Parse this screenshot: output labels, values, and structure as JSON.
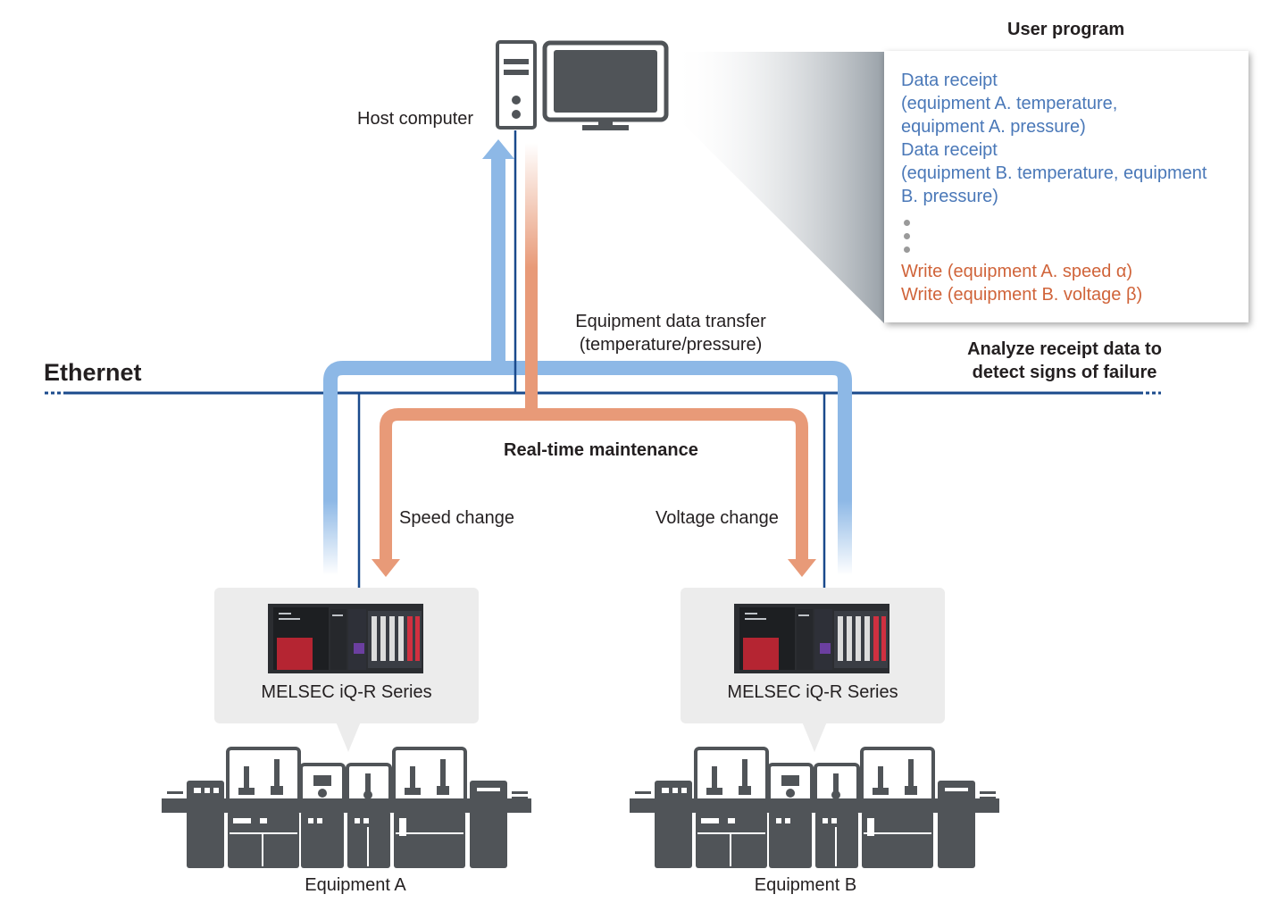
{
  "colors": {
    "network_line": "#1a4a8c",
    "upload_arrow": "#8db8e6",
    "download_arrow": "#e89a78",
    "program_blue": "#4a78b8",
    "program_orange": "#d0643a",
    "equipment_gray": "#505458",
    "callout_bg": "#ececec"
  },
  "icons": [
    "computer-tower-icon",
    "monitor-icon",
    "plc-module-icon",
    "production-equipment-icon",
    "arrow-up-icon",
    "arrow-down-icon"
  ],
  "host": {
    "label": "Host computer"
  },
  "program": {
    "title": "User program",
    "receipt_lines": [
      "Data receipt",
      "(equipment A. temperature,",
      "equipment A. pressure)",
      "Data receipt",
      "(equipment B. temperature, equipment",
      "B. pressure)"
    ],
    "write_lines": [
      "Write (equipment A. speed α)",
      "Write (equipment B. voltage β)"
    ]
  },
  "network": {
    "label": "Ethernet"
  },
  "transfer": {
    "line1": "Equipment data transfer",
    "line2": "(temperature/pressure)"
  },
  "analyze": {
    "line1": "Analyze receipt data to",
    "line2": "detect signs of failure"
  },
  "maintenance": {
    "label": "Real-time maintenance"
  },
  "changes": {
    "left": "Speed change",
    "right": "Voltage change"
  },
  "stations": [
    {
      "plc_label": "MELSEC iQ-R Series",
      "equipment_label": "Equipment A"
    },
    {
      "plc_label": "MELSEC iQ-R Series",
      "equipment_label": "Equipment B"
    }
  ]
}
